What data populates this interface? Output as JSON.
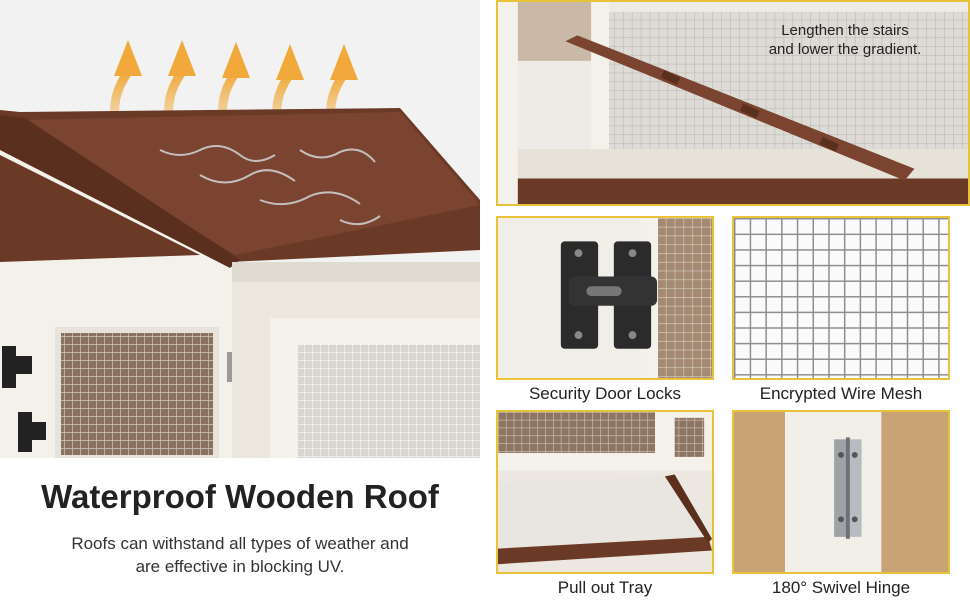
{
  "hero": {
    "title": "Waterproof Wooden Roof",
    "description_line1": "Roofs can withstand all types of weather and",
    "description_line2": "are effective in blocking UV."
  },
  "panels": {
    "stairs": {
      "callout_line1": "Lengthen the stairs",
      "callout_line2": "and lower the gradient."
    },
    "locks": {
      "caption": "Security Door Locks"
    },
    "mesh": {
      "caption": "Encrypted Wire Mesh"
    },
    "tray": {
      "caption": "Pull out Tray"
    },
    "hinge": {
      "caption": "180° Swivel Hinge"
    }
  },
  "colors": {
    "accent_border": "#e8c33a",
    "wood_brown": "#6b3a26",
    "frame_white": "#f4f1ea",
    "arrow_orange": "#f0a93a"
  }
}
